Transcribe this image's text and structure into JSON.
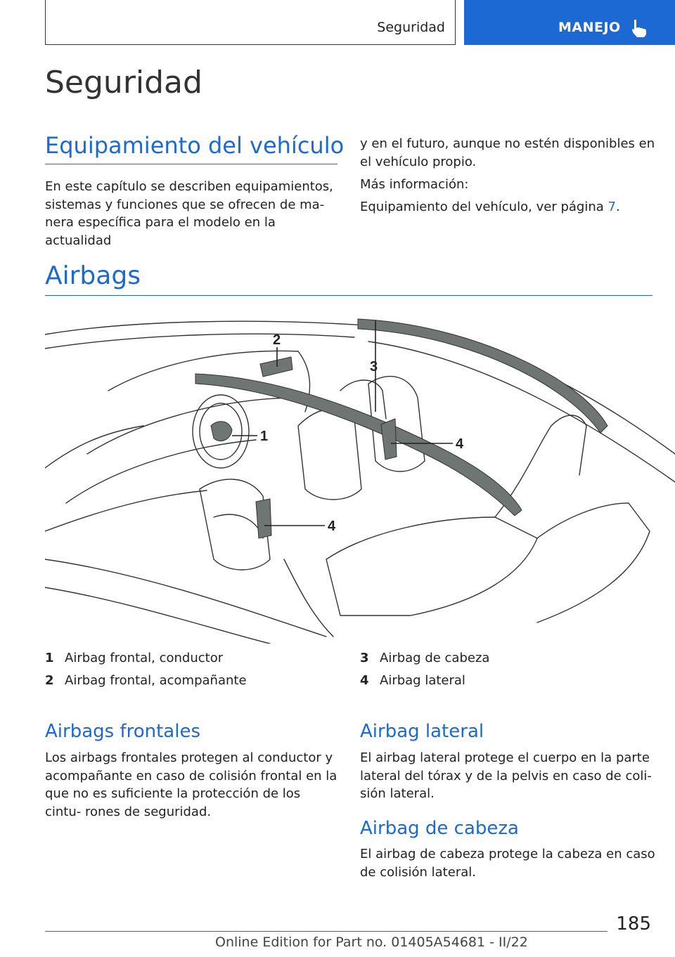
{
  "header": {
    "section": "Seguridad",
    "tab": "MANEJO",
    "tab_icon": "pointing-hand-icon",
    "accent_color": "#1c69d4"
  },
  "page_title": "Seguridad",
  "equipment": {
    "heading": "Equipamiento del vehículo",
    "paragraph_left": "En este capítulo se describen equipamientos, sistemas y funciones que se ofrecen de ma‐ nera específica para el modelo en la actualidad",
    "paragraph_right": "y en el futuro, aunque no estén disponibles en el vehículo propio.",
    "more_info": "Más información:",
    "reference_text": "Equipamiento del vehículo, ver página ",
    "reference_page": "7",
    "reference_end": "."
  },
  "airbags": {
    "heading": "Airbags",
    "illustration_callouts": [
      "1",
      "2",
      "3",
      "4",
      "4"
    ],
    "legend": [
      {
        "num": "1",
        "text": "Airbag frontal, conductor"
      },
      {
        "num": "2",
        "text": "Airbag frontal, acompañante"
      },
      {
        "num": "3",
        "text": "Airbag de cabeza"
      },
      {
        "num": "4",
        "text": "Airbag lateral"
      }
    ]
  },
  "frontales": {
    "heading": "Airbags frontales",
    "text": "Los airbags frontales protegen al conductor y acompañante en caso de colisión frontal en la que no es suficiente la protección de los cintu‐ rones de seguridad."
  },
  "lateral": {
    "heading": "Airbag lateral",
    "text": "El airbag lateral protege el cuerpo en la parte lateral del tórax y de la pelvis en caso de coli‐ sión lateral."
  },
  "cabeza": {
    "heading": "Airbag de cabeza",
    "text": "El airbag de cabeza protege la cabeza en caso de colisión lateral."
  },
  "footer": {
    "page_number": "185",
    "edition": "Online Edition for Part no. 01405A54681 - II/22"
  }
}
